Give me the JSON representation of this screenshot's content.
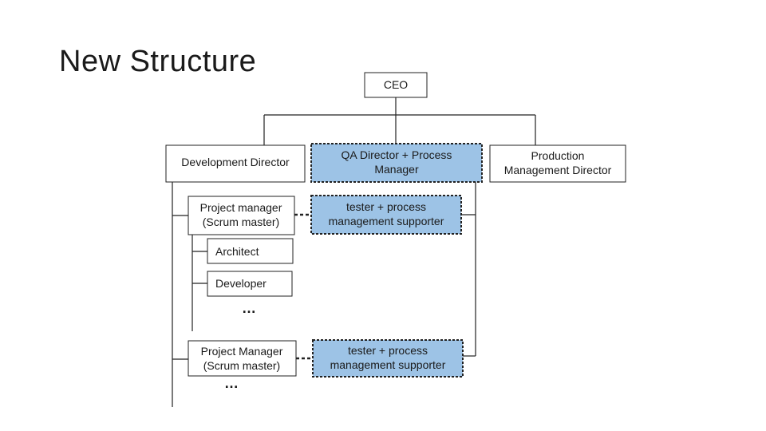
{
  "slide": {
    "title": "New Structure"
  },
  "org_chart": {
    "ceo": "CEO",
    "dev_director": "Development Director",
    "qa_director": [
      "QA Director + Process",
      "Manager"
    ],
    "production_director": [
      "Production",
      "Management Director"
    ],
    "project_manager_1": [
      "Project manager",
      "(Scrum master)"
    ],
    "tester_1": [
      "tester + process",
      "management supporter"
    ],
    "architect": "Architect",
    "developer": "Developer",
    "ellipsis_1": "…",
    "project_manager_2": [
      "Project Manager",
      "(Scrum master)"
    ],
    "tester_2": [
      "tester + process",
      "management supporter"
    ],
    "ellipsis_2": "…"
  },
  "colors": {
    "qa_fill": "#9dc3e6",
    "border": "#222222"
  }
}
